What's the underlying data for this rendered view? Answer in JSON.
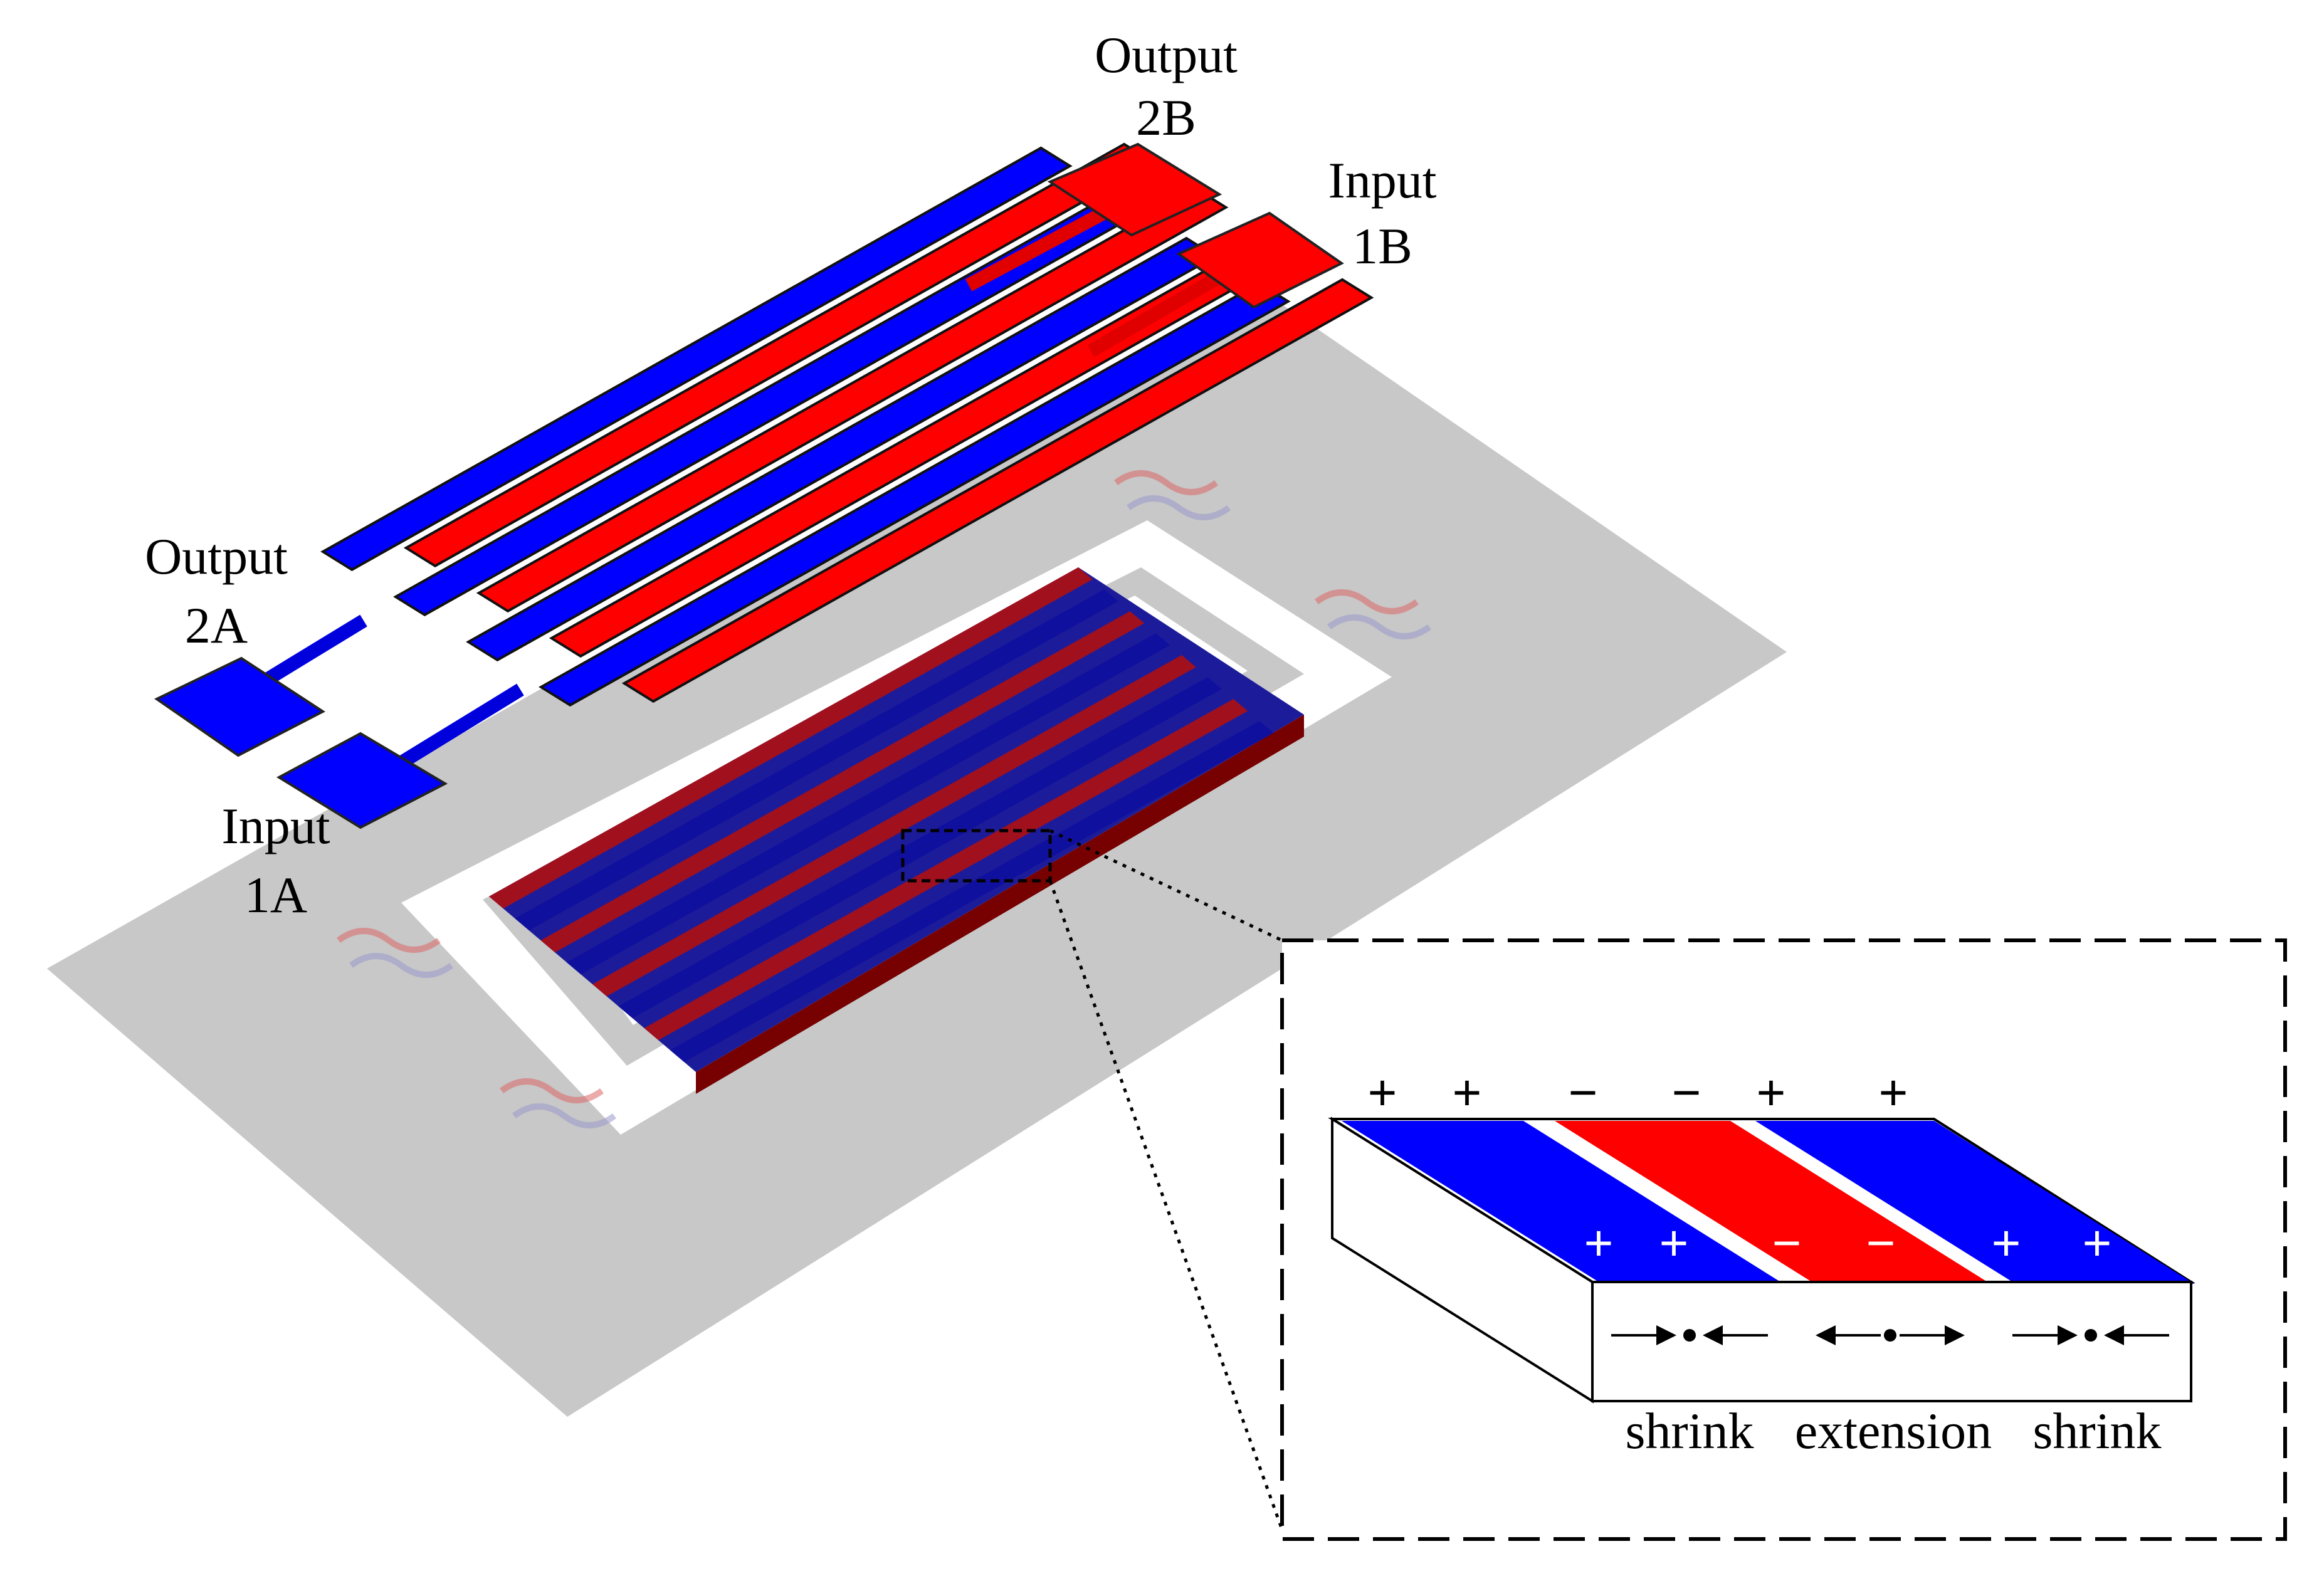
{
  "labels": {
    "output_2b": {
      "line1": "Output",
      "line2": "2B"
    },
    "input_1b": {
      "line1": "Input",
      "line2": "1B"
    },
    "output_2a": {
      "line1": "Output",
      "line2": "2A"
    },
    "input_1a": {
      "line1": "Input",
      "line2": "1A"
    }
  },
  "inset": {
    "top_signs": [
      "+",
      "+",
      "−",
      "−",
      "+",
      "+"
    ],
    "face_signs": [
      "+",
      "+",
      "−",
      "−",
      "+",
      "+"
    ],
    "captions": [
      "shrink",
      "extension",
      "shrink"
    ]
  },
  "colors": {
    "positive_electrode": "#ff0000",
    "negative_electrode": "#0000ff",
    "substrate": "#c8c8c8",
    "outline": "#000000"
  }
}
